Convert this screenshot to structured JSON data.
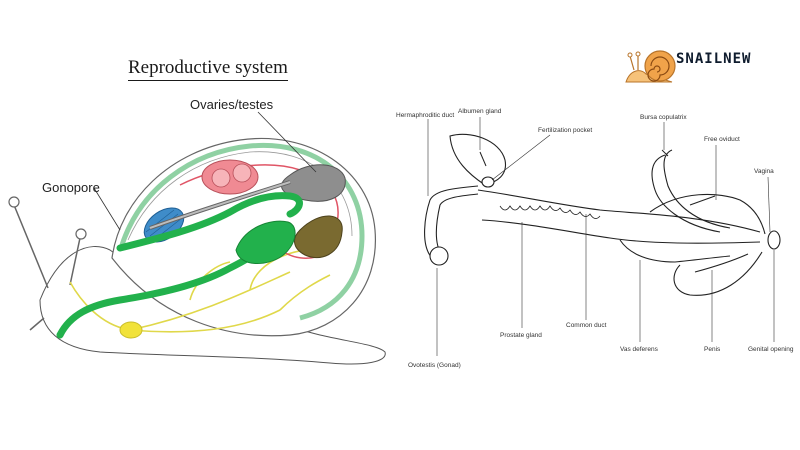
{
  "title": "Reproductive system",
  "brand": {
    "name": "SNAILNEW",
    "accent": "#f0a34a",
    "text_color": "#0f1c2e"
  },
  "left_labels": {
    "ovaries_testes": "Ovaries/testes",
    "gonopore": "Gonopore"
  },
  "right_labels": {
    "hermaphroditic_duct": "Hermaphroditic duct",
    "albumen_gland": "Albumen gland",
    "fertilization_pocket": "Fertilization pocket",
    "bursa_copulatrix": "Bursa copulatrix",
    "free_oviduct": "Free oviduct",
    "vagina": "Vagina",
    "ovotestis": "Ovotestis (Gonad)",
    "prostate_gland": "Prostate gland",
    "common_duct": "Common duct",
    "vas_deferens": "Vas deferens",
    "penis": "Penis",
    "genital_opening": "Genital opening"
  },
  "colors": {
    "shell_band": "#8fd1a3",
    "reproductive_duct": "#22b14c",
    "gland_pink": "#f08a93",
    "gland_gray": "#8e8e8e",
    "gland_olive": "#7a6a30",
    "gland_blue": "#3f8cc9",
    "nerve_yellow": "#e0d84a",
    "vessel_red": "#e05566"
  }
}
